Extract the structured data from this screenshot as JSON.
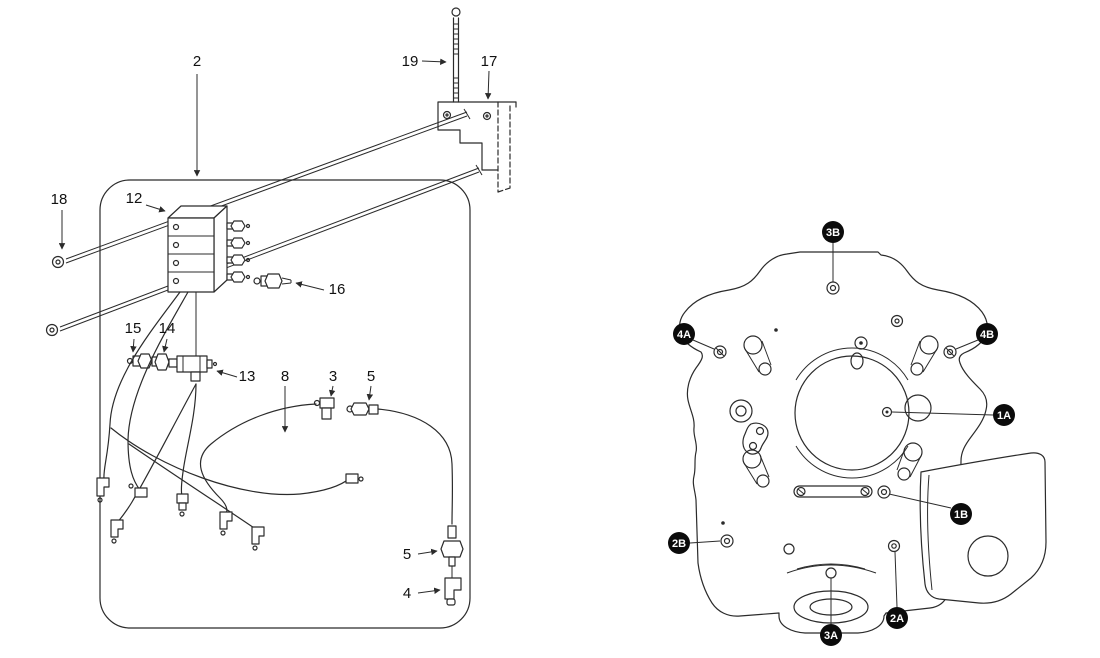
{
  "figure": {
    "left": {
      "callouts": [
        "2",
        "19",
        "17",
        "18",
        "12",
        "16",
        "15",
        "14",
        "13",
        "8",
        "3",
        "5",
        "5",
        "4"
      ]
    },
    "right": {
      "badges": [
        "3B",
        "4A",
        "4B",
        "1A",
        "1B",
        "2B",
        "2A",
        "3A"
      ]
    },
    "colors": {
      "line": "#2b2b2b",
      "badge_bg": "#0b0b0b",
      "badge_text": "#ffffff",
      "background": "#ffffff"
    }
  }
}
